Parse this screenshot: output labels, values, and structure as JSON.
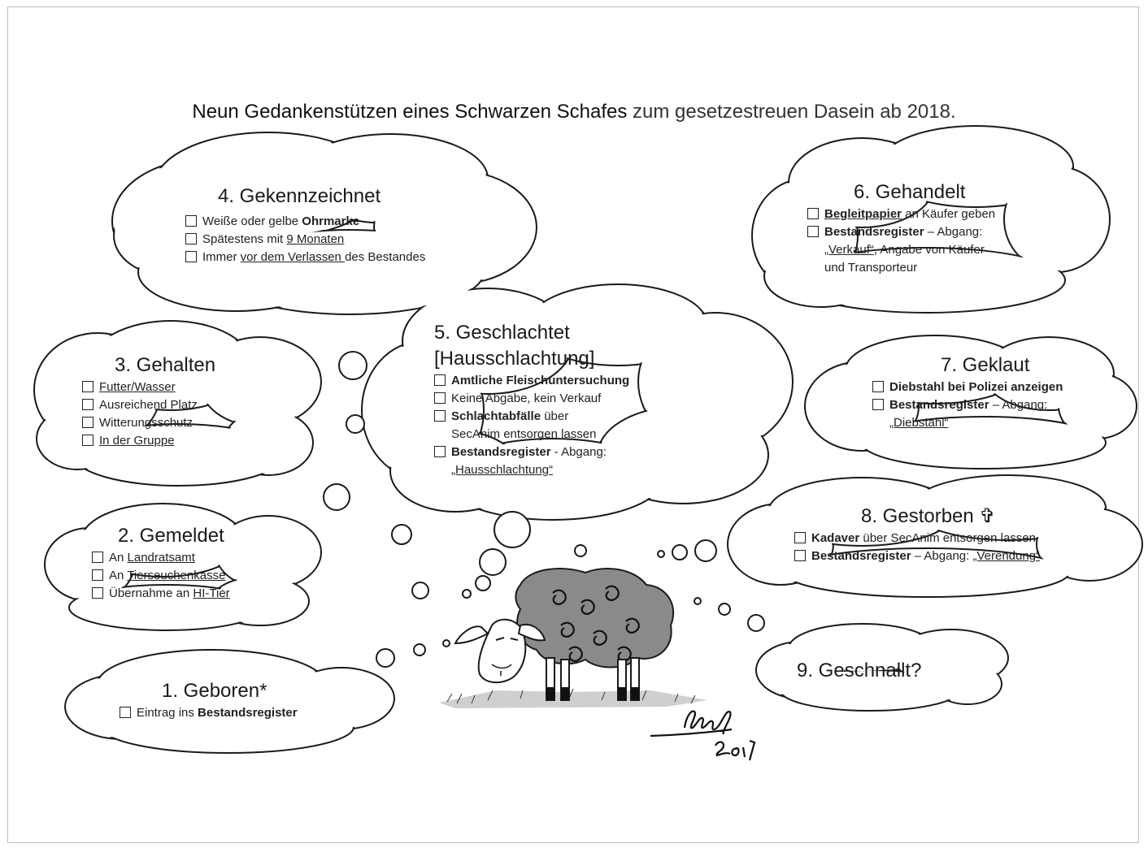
{
  "title": {
    "bold_part": "Neun Gedankenstützen eines Schwarzen Schafes",
    "rest_part": " zum gesetzestreuen Dasein ab 2018."
  },
  "clouds": {
    "c1": {
      "title": "1. Geboren*",
      "item1_a": "Eintrag ins ",
      "item1_b": "Bestandsregister"
    },
    "c2": {
      "title": "2. Gemeldet",
      "item1_a": "An ",
      "item1_b": "Landratsamt",
      "item2_a": "An ",
      "item2_b": "Tierseuchenkasse",
      "item3_a": "Übernahme an ",
      "item3_b": "HI-Tier"
    },
    "c3": {
      "title": "3. Gehalten",
      "item1": "Futter/Wasser",
      "item2": "Ausreichend Platz",
      "item3": "Witterungsschutz",
      "item4": "In der Gruppe"
    },
    "c4": {
      "title": "4. Gekennzeichnet",
      "item1_a": "Weiße oder gelbe ",
      "item1_b": "Ohrmarke",
      "item2_a": "Spätestens mit ",
      "item2_b": "9 Monaten",
      "item3_a": "Immer ",
      "item3_b": "vor dem Verlassen ",
      "item3_c": "des Bestandes"
    },
    "c5": {
      "title_line1": "5. Geschlachtet",
      "title_line2": "[Hausschlachtung]",
      "item1": "Amtliche Fleischuntersuchung",
      "item2": "Keine Abgabe, kein Verkauf",
      "item3_a": "Schlachtabfälle",
      "item3_b": " über",
      "item3_cont": "SecAnim entsorgen lassen",
      "item4_a": "Bestandsregister",
      "item4_b": " - Abgang:",
      "item4_cont": "„Hausschlachtung“"
    },
    "c6": {
      "title": "6. Gehandelt",
      "item1_a": "Begleitpapier",
      "item1_b": " an Käufer geben",
      "item2_a": "Bestandsregister",
      "item2_b": " – Abgang:",
      "item2_cont_a": "„Verkauf“",
      "item2_cont_b": ", Angabe von Käufer",
      "item2_cont2": "und Transporteur"
    },
    "c7": {
      "title": "7. Geklaut",
      "item1": "Diebstahl bei Polizei anzeigen",
      "item2_a": "Bestandsregister",
      "item2_b": " – Abgang:",
      "item2_cont": "„Diebstahl“"
    },
    "c8": {
      "title": "8. Gestorben ✞",
      "item1_a": "Kadaver",
      "item1_b": " über SecAnim entsorgen lassen",
      "item2_a": "Bestandsregister",
      "item2_b": " – Abgang: ",
      "item2_c": "„Verendung“"
    },
    "c9": {
      "title": "9. Geschnallt?"
    }
  },
  "signature": {
    "year": "2017"
  }
}
